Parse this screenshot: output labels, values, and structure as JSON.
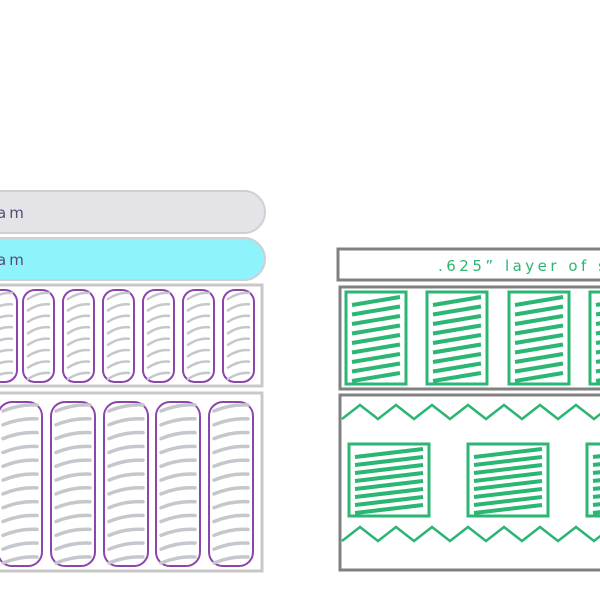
{
  "left_mattress": {
    "top_layer_label": "am",
    "second_layer_label": "am",
    "colors": {
      "top_layer_fill": "#e4e4e8",
      "top_layer_border": "#cfcfd4",
      "second_layer_fill": "#8ff3fb",
      "second_layer_border": "#cfcfd4",
      "frame": "#c8c8c8",
      "coil_outline": "#8e44ad",
      "spring": "#c4c7cc"
    },
    "icons": [
      "pocket-coil-icon",
      "spring-icon"
    ]
  },
  "right_mattress": {
    "callout_label": ".625” layer of s",
    "colors": {
      "frame": "#808080",
      "accent": "#2bb673"
    },
    "icons": [
      "foam-block-icon",
      "zigzag-wire-icon"
    ]
  }
}
